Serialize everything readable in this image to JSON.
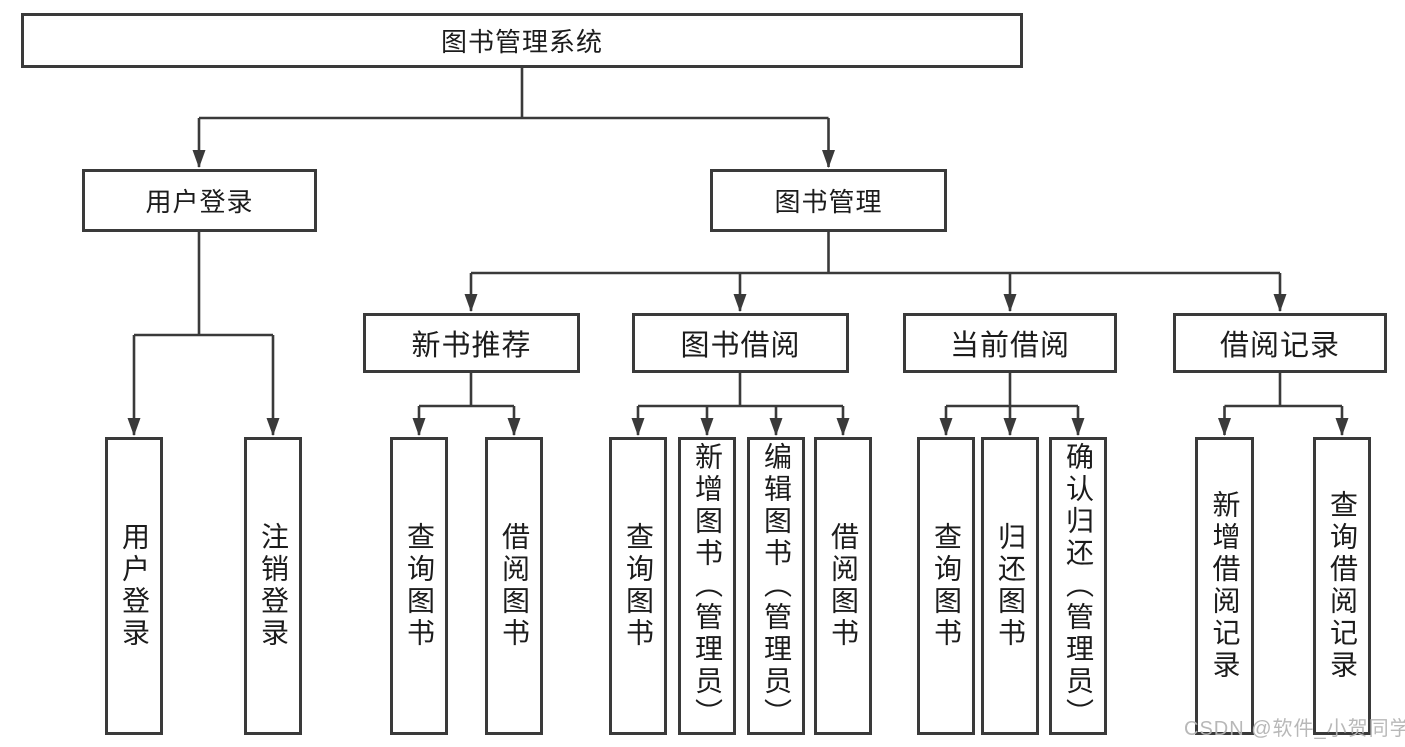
{
  "colors": {
    "line": "#3a3a3a",
    "box_border": "#3a3a3a",
    "box_fill": "#ffffff",
    "text": "#1c1c1c",
    "watermark": "#b5b5b5",
    "background": "#ffffff"
  },
  "diagram": {
    "type": "hierarchy-tree",
    "root_label": "图书管理系统",
    "branches": [
      {
        "label": "用户登录",
        "children": [
          {
            "label": "用户登录"
          },
          {
            "label": "注销登录"
          }
        ]
      },
      {
        "label": "图书管理",
        "children": [
          {
            "label": "新书推荐",
            "children": [
              {
                "label": "查询图书"
              },
              {
                "label": "借阅图书"
              }
            ]
          },
          {
            "label": "图书借阅",
            "children": [
              {
                "label": "查询图书"
              },
              {
                "label": "新增图书（管理员）"
              },
              {
                "label": "编辑图书（管理员）"
              },
              {
                "label": "借阅图书"
              }
            ]
          },
          {
            "label": "当前借阅",
            "children": [
              {
                "label": "查询图书"
              },
              {
                "label": "归还图书"
              },
              {
                "label": "确认归还（管理员）"
              }
            ]
          },
          {
            "label": "借阅记录",
            "children": [
              {
                "label": "新增借阅记录"
              },
              {
                "label": "查询借阅记录"
              }
            ]
          }
        ]
      }
    ]
  },
  "watermark": {
    "text": "CSDN @软件_小贺同学"
  }
}
